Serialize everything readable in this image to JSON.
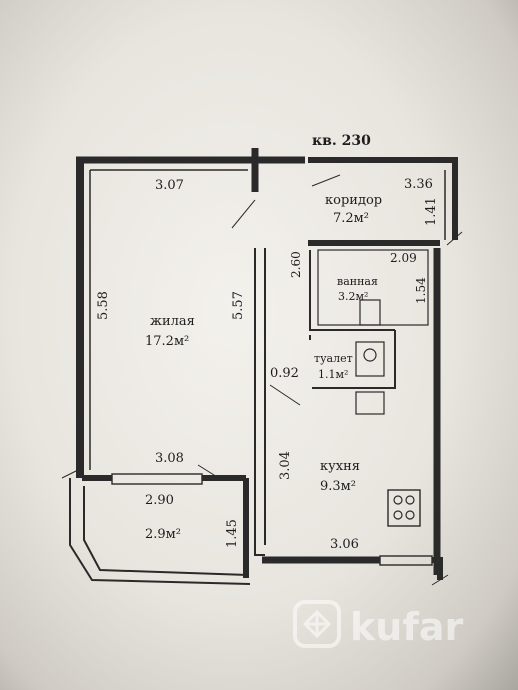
{
  "plan": {
    "apartment_label": "кв. 230",
    "rooms": {
      "living": {
        "name": "жилая",
        "area": "17.2м²"
      },
      "corridor": {
        "name": "коридор",
        "area": "7.2м²"
      },
      "bathroom": {
        "name": "ванная",
        "area": "3.2м²"
      },
      "toilet": {
        "name": "туалет",
        "area": "1.1м²"
      },
      "kitchen": {
        "name": "кухня",
        "area": "9.3м²"
      },
      "balcony": {
        "area": "2.9м²"
      }
    },
    "dimensions": {
      "living_top": "3.07",
      "living_left": "5.58",
      "living_right": "5.57",
      "living_bottom": "3.08",
      "corridor_top": "3.36",
      "corridor_right": "1.41",
      "bath_left": "2.60",
      "bath_top": "2.09",
      "bath_right": "1.54",
      "toilet_door": "0.92",
      "kitchen_left": "3.04",
      "kitchen_bottom": "3.06",
      "balcony_top": "2.90",
      "balcony_right": "1.45"
    }
  },
  "watermark": {
    "text": "kufar"
  }
}
